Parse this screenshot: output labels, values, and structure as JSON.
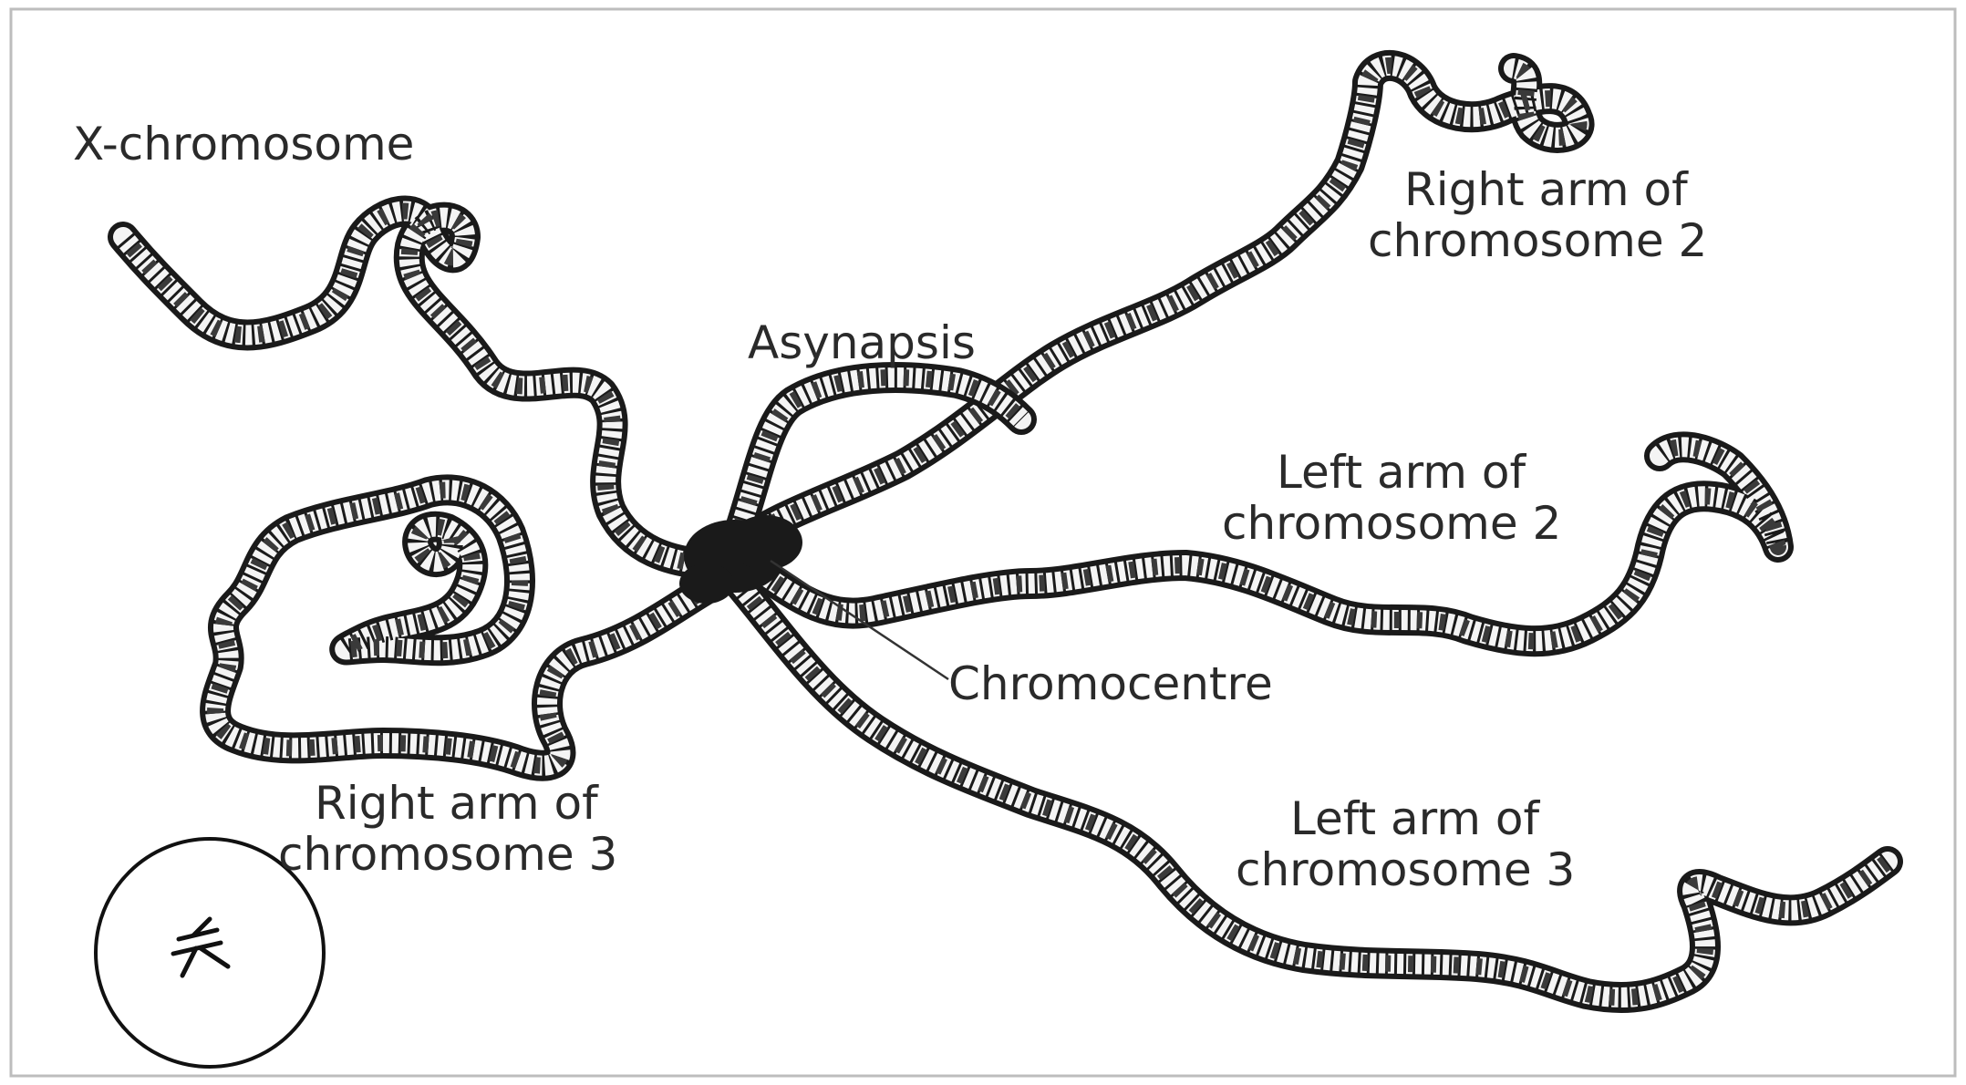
{
  "labels": {
    "x_chromosome": "X-chromosome",
    "right_arm_chr2": [
      "Right arm of",
      "chromosome 2"
    ],
    "asynapsis": "Asynapsis",
    "left_arm_chr2": [
      "Left arm of",
      "chromosome 2"
    ],
    "chromocentre": "Chromocentre",
    "right_arm_chr3": [
      "Right arm of",
      "chromosome 3"
    ],
    "left_arm_chr3": [
      "Left arm of",
      "chromosome 3"
    ]
  }
}
